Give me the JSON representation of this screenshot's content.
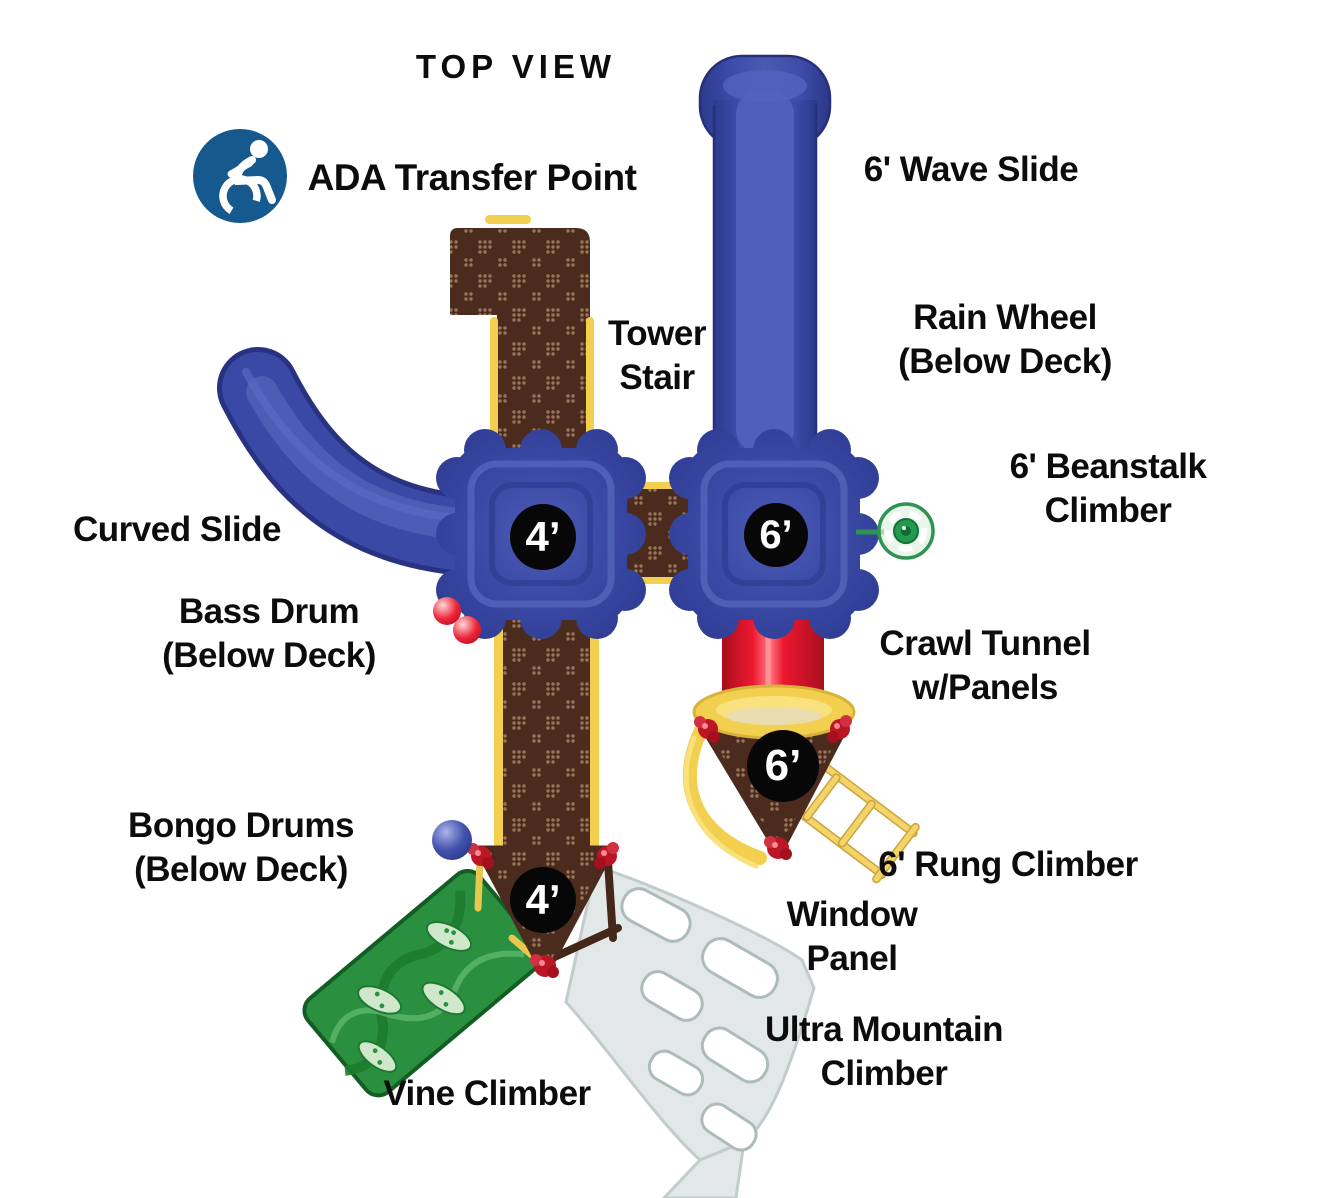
{
  "title": "TOP VIEW",
  "ada": {
    "label": "ADA Transfer Point"
  },
  "markers": {
    "deck4": "4’",
    "deck6": "6’",
    "tri6": "6’",
    "tri4": "4’"
  },
  "labels": {
    "wave_slide": "6' Wave Slide",
    "tower_stair": [
      "Tower",
      "Stair"
    ],
    "rain_wheel": [
      "Rain Wheel",
      "(Below Deck)"
    ],
    "beanstalk": [
      "6' Beanstalk",
      "Climber"
    ],
    "curved_slide": "Curved Slide",
    "bass_drum": [
      "Bass Drum",
      "(Below Deck)"
    ],
    "crawl_tunnel": [
      "Crawl Tunnel",
      "w/Panels"
    ],
    "bongo_drums": [
      "Bongo Drums",
      "(Below Deck)"
    ],
    "rung_climber": "6' Rung Climber",
    "window_panel": [
      "Window",
      "Panel"
    ],
    "ultra_mountain": [
      "Ultra Mountain",
      "Climber"
    ],
    "vine_climber": "Vine Climber"
  },
  "colors": {
    "deck_blue": "#3a49a4",
    "slide_blue": "#3b4aa6",
    "walkway_brown": "#4b2b1d",
    "edge_yellow": "#f2cf4f",
    "tunnel_red": "#e8152c",
    "vine_green": "#2a9040",
    "beanstalk_green": "#239a4e",
    "mountain_gray": "#e2e8e8",
    "knob_red": "#bb1626",
    "marker_black": "#070707",
    "ada_blue": "#15598e"
  }
}
